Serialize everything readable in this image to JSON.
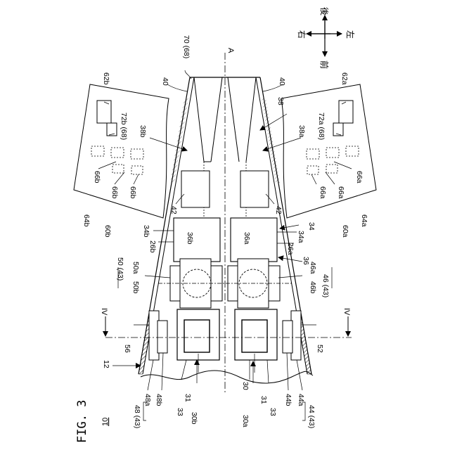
{
  "figure": {
    "title": "FIG. 3",
    "ref_number": "10"
  },
  "compass": {
    "rear": "後",
    "front": "前",
    "right": "右",
    "left": "左"
  },
  "axis_label": "A",
  "section_labels": [
    "IV",
    "IV"
  ],
  "labels": {
    "top_70": "70 (68)",
    "l40": "40",
    "r40": "40",
    "l62b": "62b",
    "r62a": "62a",
    "l72b": "72b (68)",
    "r72a": "72a (68)",
    "l38b": "38b",
    "r38a": "38a",
    "r38": "38",
    "l66b_1": "66b",
    "l66b_2": "66b",
    "l66b_3": "66b",
    "r66a_1": "66a",
    "r66a_2": "66a",
    "r66a_3": "66a",
    "l42": "42",
    "r42": "42",
    "l64b": "64b",
    "r64a": "64a",
    "l60b": "60b",
    "r60a": "60a",
    "l34b": "34b",
    "r34a": "34a",
    "r34": "34",
    "l26b": "26b",
    "r26a": "26a",
    "l36b": "36b",
    "r36a": "36a",
    "r36": "36",
    "l50": "50 (43)",
    "l50a": "50a",
    "l50b": "50b",
    "r46a": "46a",
    "r46b": "46b",
    "r46": "46 (43)",
    "l56": "56",
    "r52": "52",
    "l12": "12",
    "l48a": "48a",
    "l48b": "48b",
    "l48": "48 (43)",
    "l31": "31",
    "l33": "33",
    "l30b": "30b",
    "r30": "30",
    "r30a": "30a",
    "r31": "31",
    "r33": "33",
    "r44b": "44b",
    "r44a": "44a",
    "r44": "44 (43)"
  }
}
